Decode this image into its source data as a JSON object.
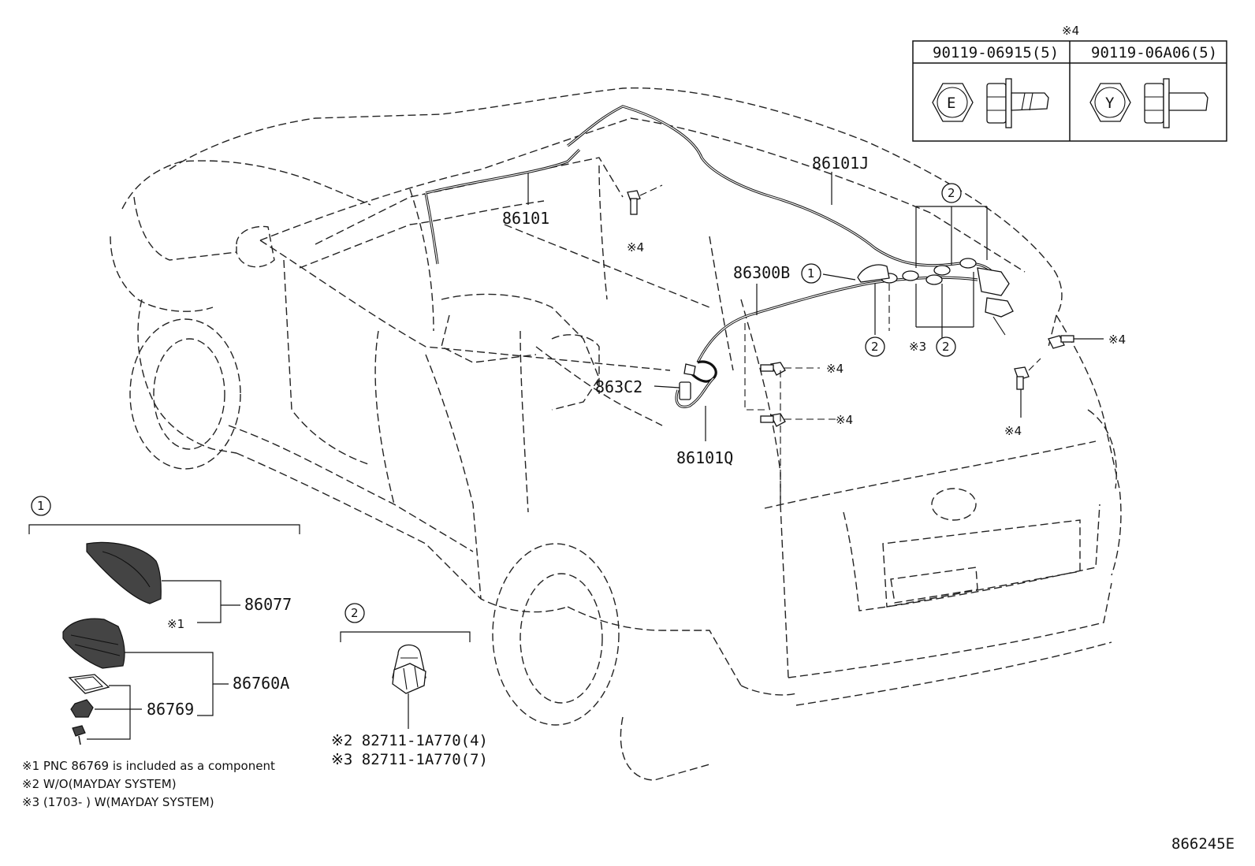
{
  "parts": {
    "p86101J": "86101J",
    "p86101": "86101",
    "p86300B": "86300B",
    "p863C2": "863C2",
    "p86101Q": "86101Q",
    "p86077": "86077",
    "p86760A": "86760A",
    "p86769": "86769"
  },
  "callouts": {
    "one": "1",
    "two": "2",
    "x4": "※4",
    "x3": "※3",
    "x1": "※1"
  },
  "fastener_table": {
    "header_mark": "※4",
    "columns": [
      {
        "part_no": "90119-06915(5)",
        "head_letter": "E"
      },
      {
        "part_no": "90119-06A06(5)",
        "head_letter": "Y"
      }
    ]
  },
  "clip_parts": {
    "line1": "※2 82711-1A770(4)",
    "line2": "※3 82711-1A770(7)"
  },
  "footnotes": [
    "※1 PNC 86769 is included as a component",
    "※2 W/O(MAYDAY SYSTEM)",
    "※3 (1703-      ) W(MAYDAY SYSTEM)"
  ],
  "diagram_id": "866245E"
}
